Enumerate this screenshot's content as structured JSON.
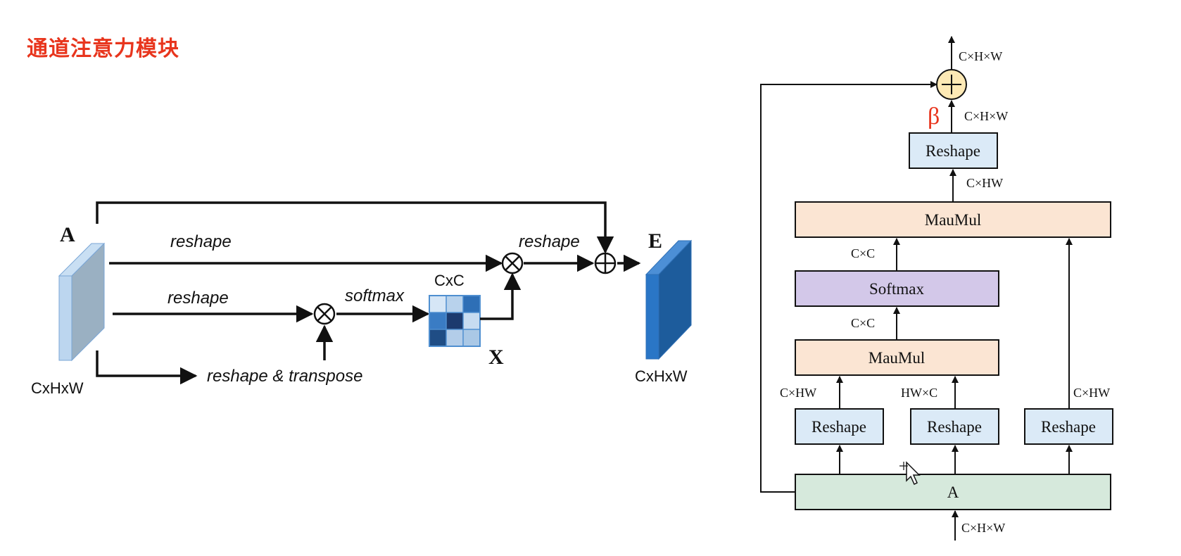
{
  "title": "通道注意力模块",
  "left": {
    "label_A": "A",
    "label_E": "E",
    "label_X": "X",
    "dim_input": "CxHxW",
    "dim_output": "CxHxW",
    "dim_matrix": "CxC",
    "ops": {
      "reshape_top": "reshape",
      "reshape_mid": "reshape",
      "reshape_out": "reshape",
      "softmax": "softmax",
      "reshape_transpose": "reshape & transpose"
    }
  },
  "right": {
    "label_beta": "β",
    "blocks": {
      "reshape_out": "Reshape",
      "matmul_top": "MauMul",
      "softmax": "Softmax",
      "matmul_bottom": "MauMul",
      "reshape_1": "Reshape",
      "reshape_2": "Reshape",
      "reshape_3": "Reshape",
      "input_A": "A"
    },
    "dims": {
      "top_out": "C×H×W",
      "after_beta": "C×H×W",
      "after_matmul_top": "C×HW",
      "after_softmax": "C×C",
      "after_matmul_bottom": "C×C",
      "reshape_1_out": "C×HW",
      "reshape_2_out": "HW×C",
      "reshape_3_out": "C×HW",
      "input": "C×H×W"
    }
  },
  "colors": {
    "title": "#e8351d",
    "block_reshape": "#dbeaf7",
    "block_matmul": "#fbe5d3",
    "block_softmax": "#d3c8e9",
    "block_input": "#d6e9dc",
    "plus_circle": "#fde9b5"
  }
}
